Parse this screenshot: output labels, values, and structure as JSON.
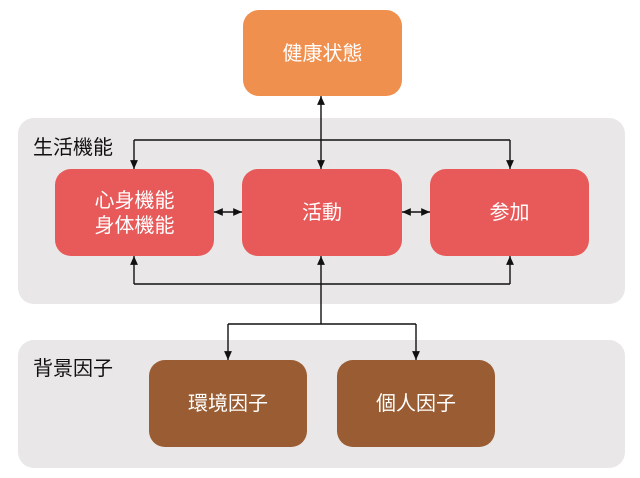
{
  "colors": {
    "health": "#f0904f",
    "activity": "#e85a5a",
    "context": "#9a5c33",
    "panel": "#e9e7e7",
    "line": "#111111"
  },
  "health_box": {
    "label": "健康状態"
  },
  "functioning": {
    "title": "生活機能",
    "body_functions": {
      "line1": "心身機能",
      "line2": "身体機能"
    },
    "activity": {
      "label": "活動"
    },
    "participation": {
      "label": "参加"
    }
  },
  "contextual": {
    "title": "背景因子",
    "environmental": {
      "label": "環境因子"
    },
    "personal": {
      "label": "個人因子"
    }
  }
}
